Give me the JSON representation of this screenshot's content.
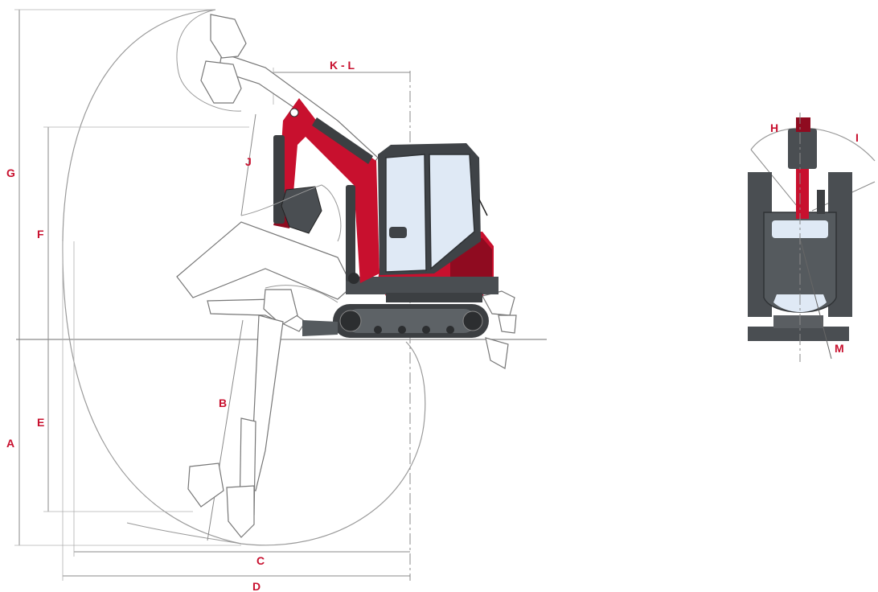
{
  "diagram": {
    "labels": {
      "a": "A",
      "b": "B",
      "c": "C",
      "d": "D",
      "e": "E",
      "f": "F",
      "g": "G",
      "h": "H",
      "i": "I",
      "j": "J",
      "kl": "K - L",
      "m": "M"
    },
    "colors": {
      "accent": "#c8102e",
      "line": "#8a8a8a",
      "body": "#555a5e",
      "glass": "#dfe9f5"
    }
  }
}
